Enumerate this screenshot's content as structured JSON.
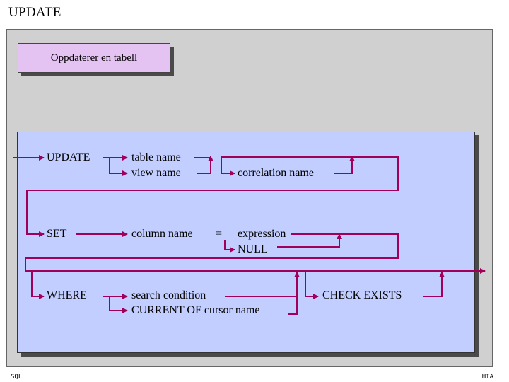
{
  "title": "UPDATE",
  "subtitle": "Oppdaterer en tabell",
  "syntax": {
    "update_kw": "UPDATE",
    "table_name": "table name",
    "view_name": "view name",
    "correlation_name": "correlation name",
    "set_kw": "SET",
    "column_name": "column name",
    "equals": "=",
    "expression": "expression",
    "null_kw": "NULL",
    "where_kw": "WHERE",
    "search_condition": "search condition",
    "current_of": "CURRENT OF cursor name",
    "check_exists": "CHECK EXISTS"
  },
  "footer": {
    "left": "SQL",
    "right": "HIA"
  },
  "colors": {
    "line": "#a0005a",
    "panel": "#c2ceff",
    "frame": "#d0d0d0",
    "subtitle_bg": "#e4c3f2"
  }
}
